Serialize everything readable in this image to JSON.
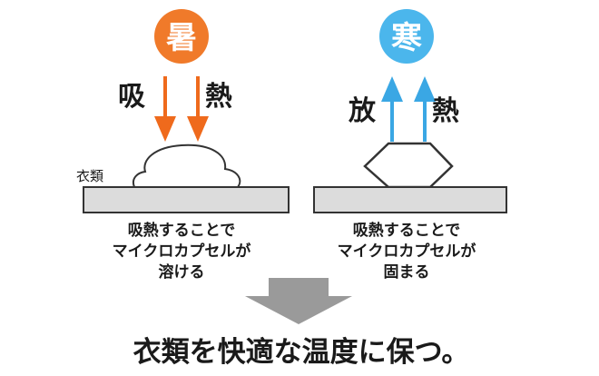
{
  "hot_badge": "暑",
  "cold_badge": "寒",
  "absorb_left": "吸",
  "absorb_right": "熱",
  "release_left": "放",
  "release_right": "熱",
  "fabric_label": "衣類",
  "left_caption": [
    "吸熱することで",
    "マイクロカプセルが",
    "溶ける"
  ],
  "right_caption": [
    "吸熱することで",
    "マイクロカプセルが",
    "固まる"
  ],
  "conclusion": "衣類を快適な温度に保つ。",
  "colors": {
    "hot": "#f07a2a",
    "cold": "#4bb6ec",
    "arrow_hot": "#ef6a1c",
    "arrow_cold": "#3aa7e4",
    "fabric_fill": "#dcdcdc",
    "big_arrow": "#9a9a9a"
  }
}
